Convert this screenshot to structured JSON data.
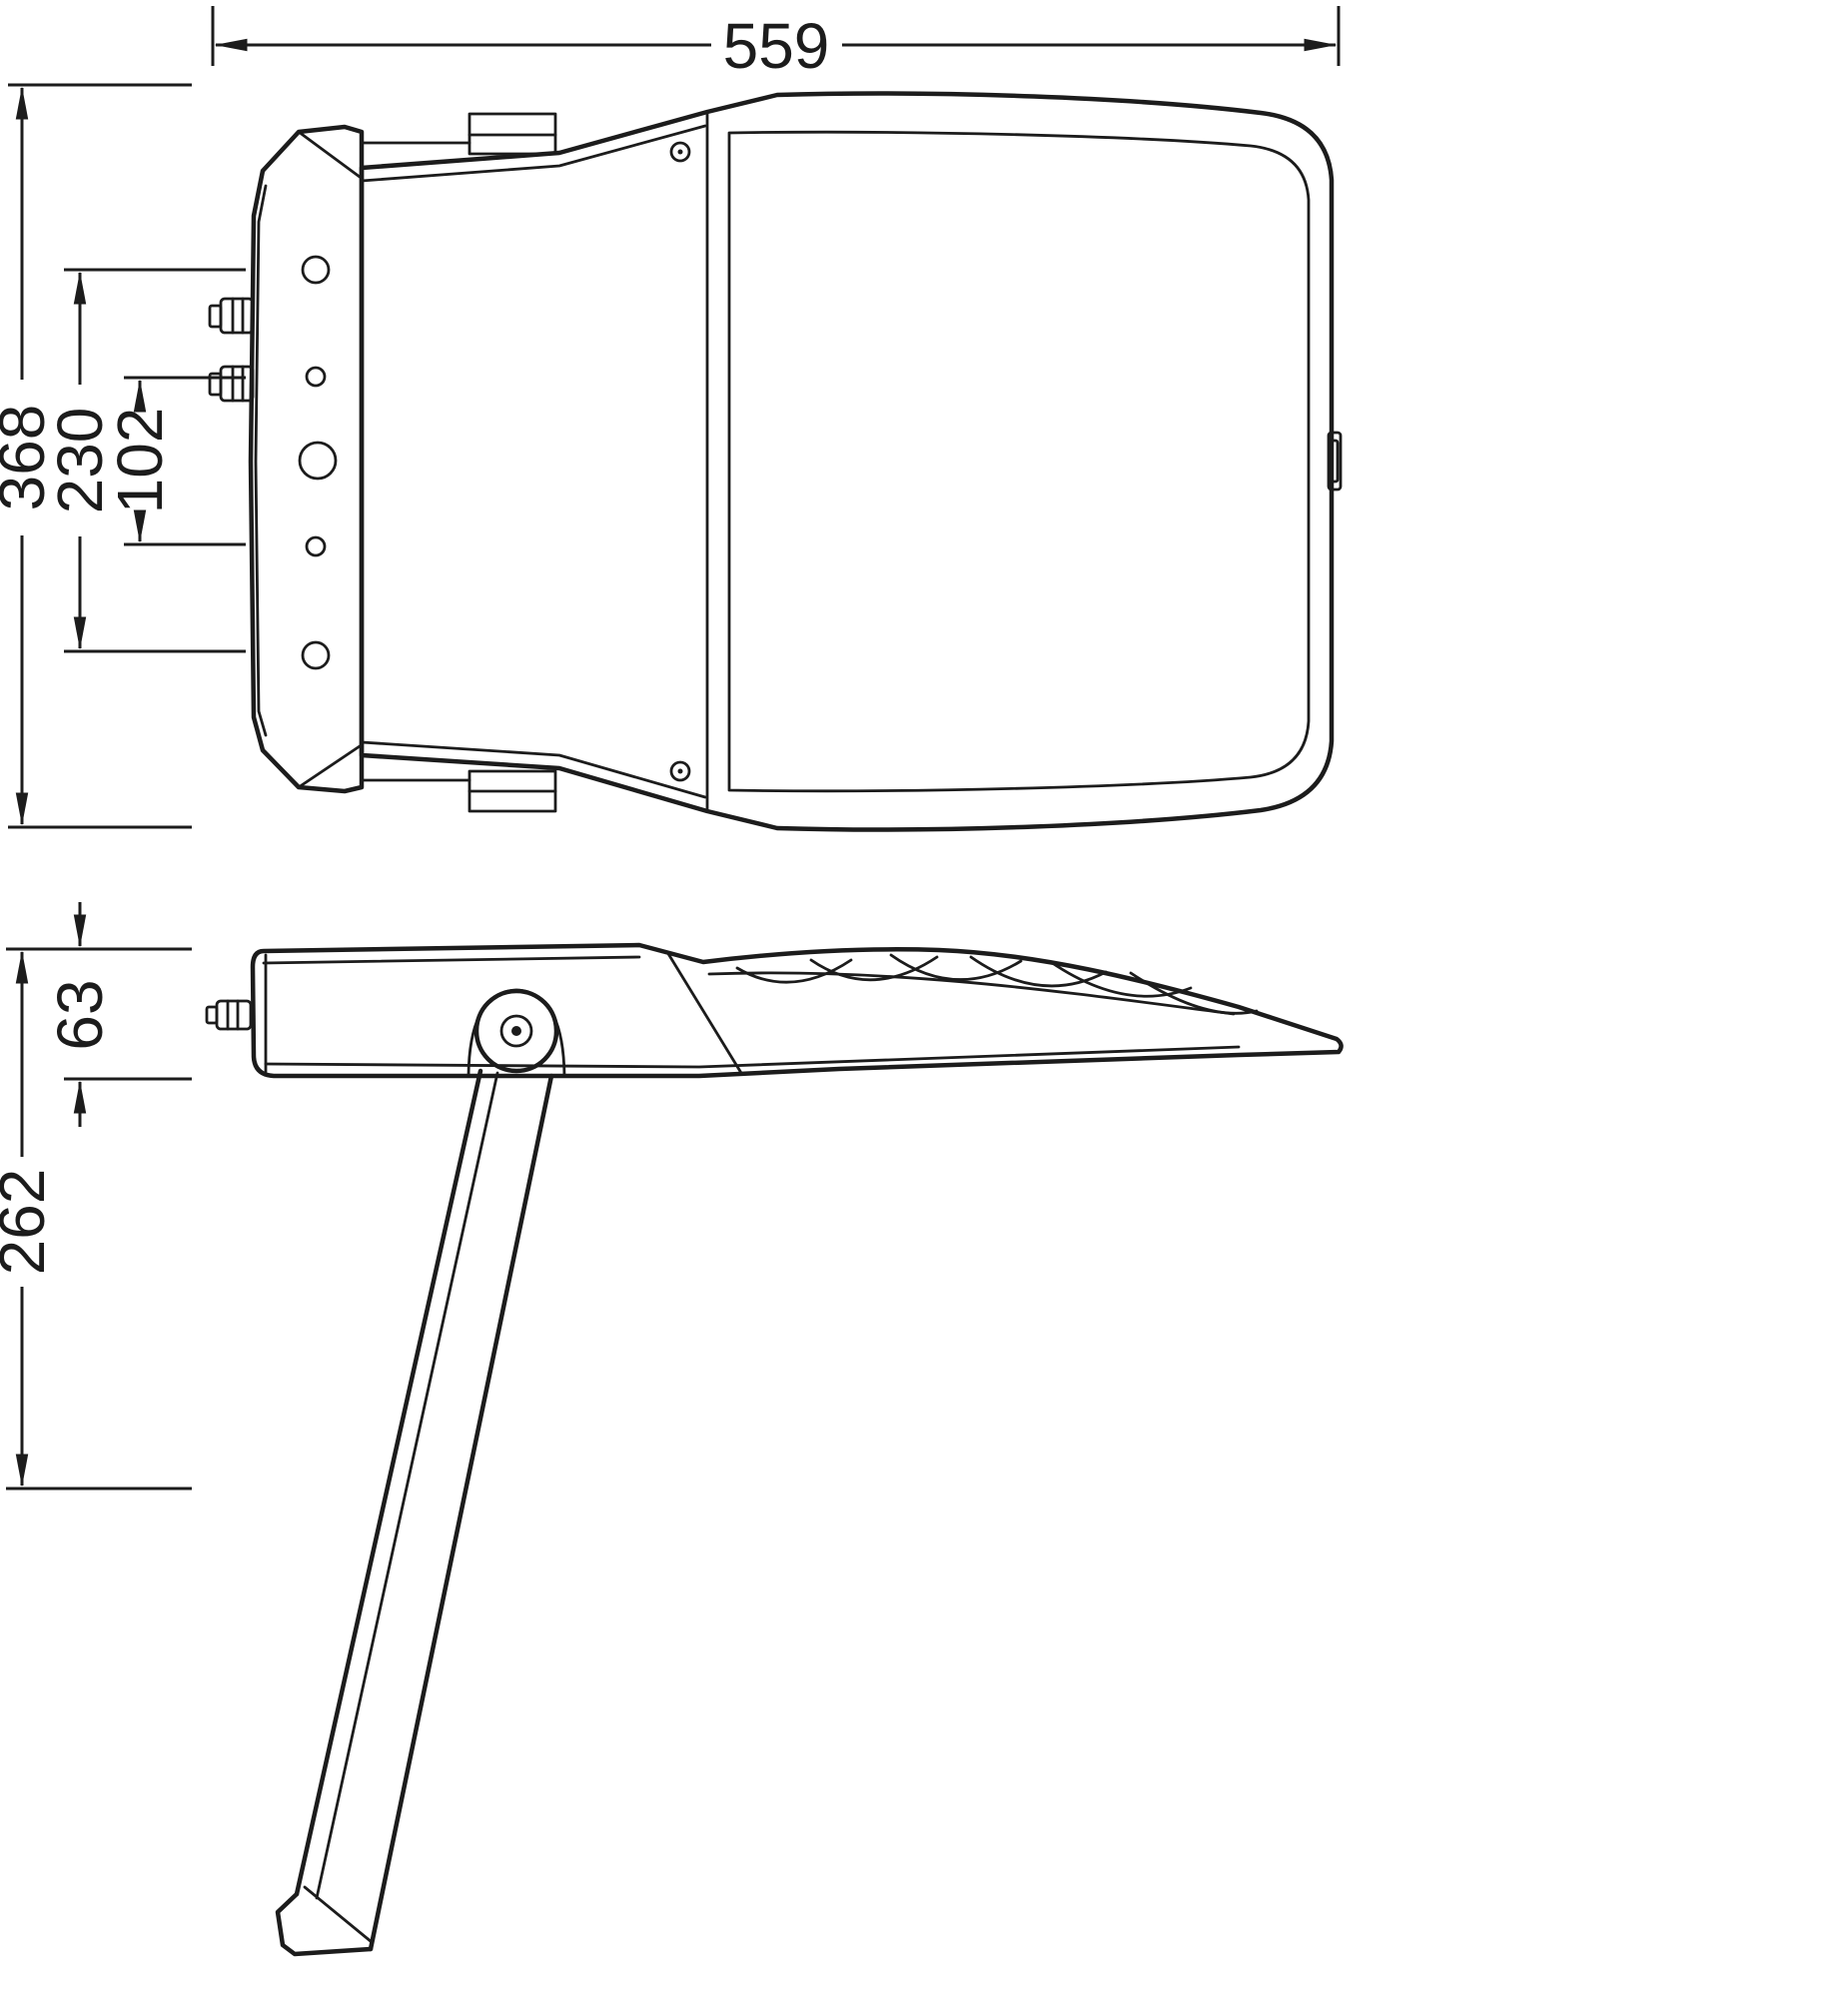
{
  "page": {
    "background": "#ffffff",
    "line_color": "#1c1c1c"
  },
  "dimensions": {
    "overall_width": "559",
    "overall_height": "368",
    "mounting_spacing_outer": "230",
    "mounting_spacing_inner": "102",
    "housing_depth": "63",
    "overall_depth_with_bracket": "262"
  }
}
